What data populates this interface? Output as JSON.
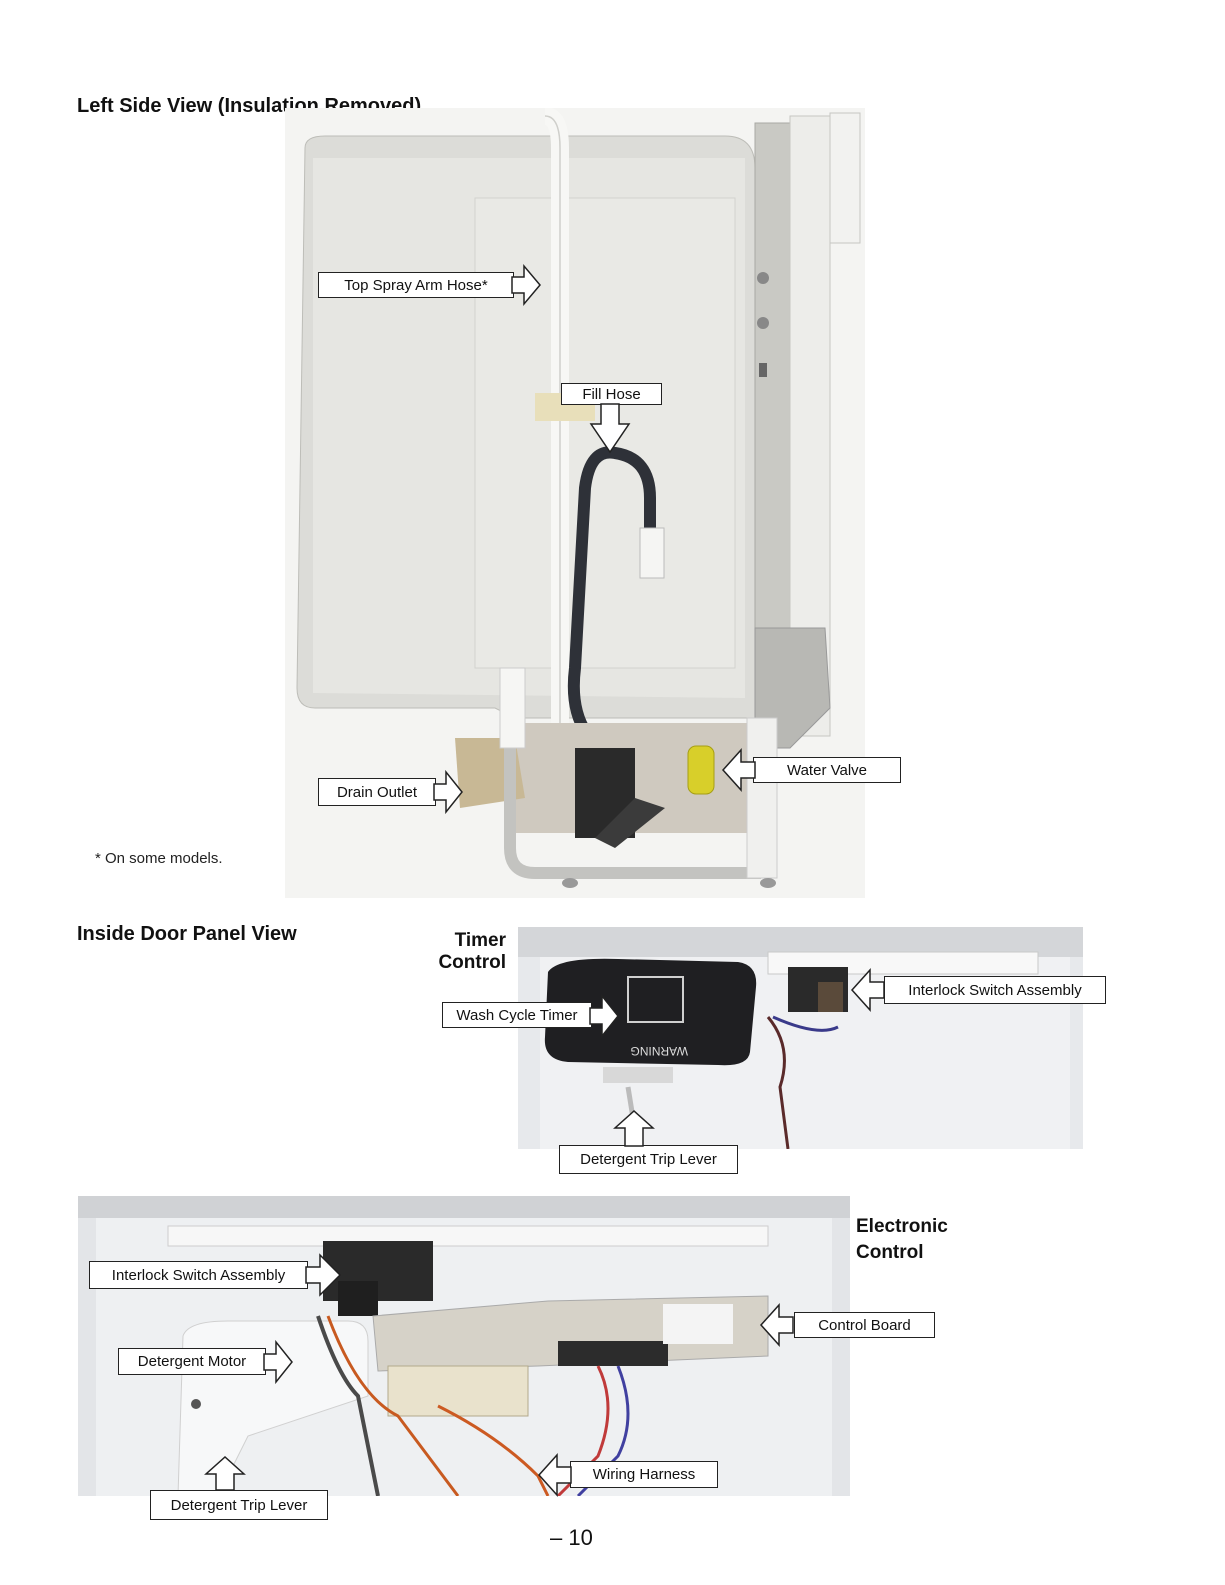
{
  "section1": {
    "title": "Left Side View (Insulation Removed)",
    "footnote": "* On some models.",
    "callouts": {
      "top_spray_arm_hose": "Top Spray Arm Hose*",
      "fill_hose": "Fill Hose",
      "water_valve": "Water Valve",
      "drain_outlet": "Drain Outlet"
    }
  },
  "section2": {
    "title": "Inside Door Panel View",
    "timer_control": {
      "line1": "Timer",
      "line2": "Control"
    },
    "callouts": {
      "wash_cycle_timer": "Wash Cycle Timer",
      "interlock_switch_assembly": "Interlock Switch Assembly",
      "detergent_trip_lever": "Detergent Trip Lever"
    },
    "timer_label_text": "WARNING"
  },
  "section3": {
    "electronic_control": {
      "line1": "Electronic",
      "line2": "Control"
    },
    "callouts": {
      "interlock_switch_assembly": "Interlock Switch Assembly",
      "control_board": "Control Board",
      "detergent_motor": "Detergent Motor",
      "wiring_harness": "Wiring Harness",
      "detergent_trip_lever": "Detergent Trip Lever"
    }
  },
  "page_number": "– 10"
}
